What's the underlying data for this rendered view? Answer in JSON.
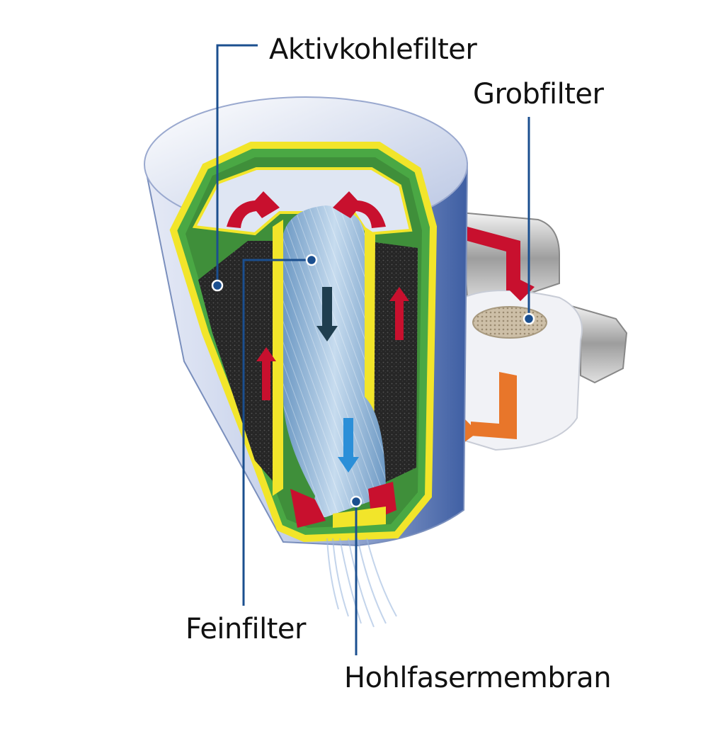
{
  "labels": {
    "aktivkohlefilter": "Aktivkohlefilter",
    "grobfilter": "Grobfilter",
    "feinfilter": "Feinfilter",
    "hohlfasermembran": "Hohlfasermembran"
  },
  "colors": {
    "leader_line": "#1b4f8f",
    "housing": "#b9c8e6",
    "housing_dark": "#3c5a99",
    "gasket_yellow": "#f2e52a",
    "gasket_green": "#4aa844",
    "carbon": "#2a2a2a",
    "membrane": "#8fb6d8",
    "flow_red": "#c8102e",
    "flow_blue": "#2b8fd8",
    "flow_dark": "#1f3e4f",
    "tap_metal": "#c9c9c9",
    "tap_orange": "#e8762a"
  }
}
